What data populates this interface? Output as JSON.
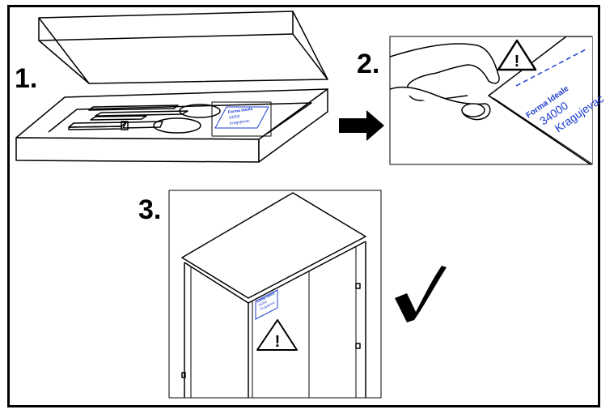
{
  "steps": [
    {
      "number": "1."
    },
    {
      "number": "2."
    },
    {
      "number": "3."
    }
  ],
  "label_card": {
    "company": "Forma Ideale",
    "postcode": "34000",
    "city": "Kragujevac"
  },
  "warning_symbol": "!",
  "colors": {
    "line": "#000000",
    "label_text": "#1f3fd0",
    "background": "#ffffff"
  },
  "icons": [
    "arrow-right-icon",
    "warning-triangle-icon",
    "checkmark-icon"
  ]
}
